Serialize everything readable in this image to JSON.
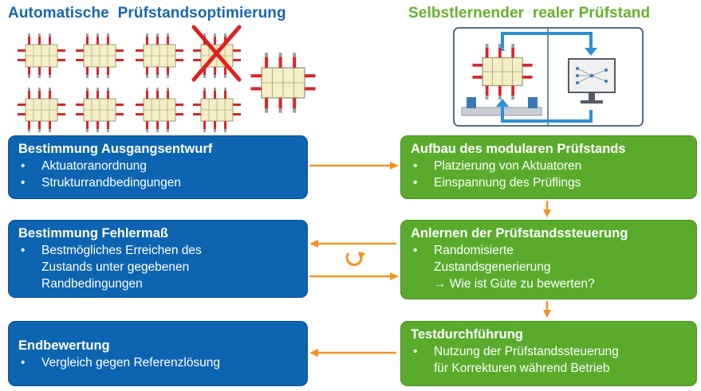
{
  "headings": {
    "left": "Automatische  Prüfstandsoptimierung",
    "right": "Selbstlernender  realer Prüfstand"
  },
  "boxes": {
    "ausgangsentwurf": {
      "title": "Bestimmung Ausgangsentwurf",
      "items": [
        "Aktuatoranordnung",
        "Strukturrandbedingungen"
      ]
    },
    "fehlermass": {
      "title": "Bestimmung Fehlermaß",
      "items": [
        "Bestmögliches Erreichen des",
        "Zustands unter gegebenen",
        "Randbedingungen"
      ]
    },
    "endbewertung": {
      "title": "Endbewertung",
      "items": [
        "Vergleich gegen Referenzlösung"
      ]
    },
    "aufbau": {
      "title": "Aufbau des modularen Prüfstands",
      "items": [
        "Platzierung von Aktuatoren",
        "Einspannung des Prüflings"
      ]
    },
    "anlernen": {
      "title": "Anlernen der Prüfstandssteuerung",
      "items": [
        "Randomisierte",
        "Zustandsgenerierung",
        "→ Wie ist Güte zu bewerten?"
      ]
    },
    "testdurchfuehrung": {
      "title": "Testdurchführung",
      "items": [
        "Nutzung der Prüfstandssteuerung",
        "für Korrekturen während Betrieb"
      ]
    },
    "colors": {
      "blue": "#0d64b0",
      "green": "#5aab2c",
      "arrow": "#f39323",
      "heading_blue": "#1466b4",
      "heading_green": "#64b02d"
    }
  }
}
